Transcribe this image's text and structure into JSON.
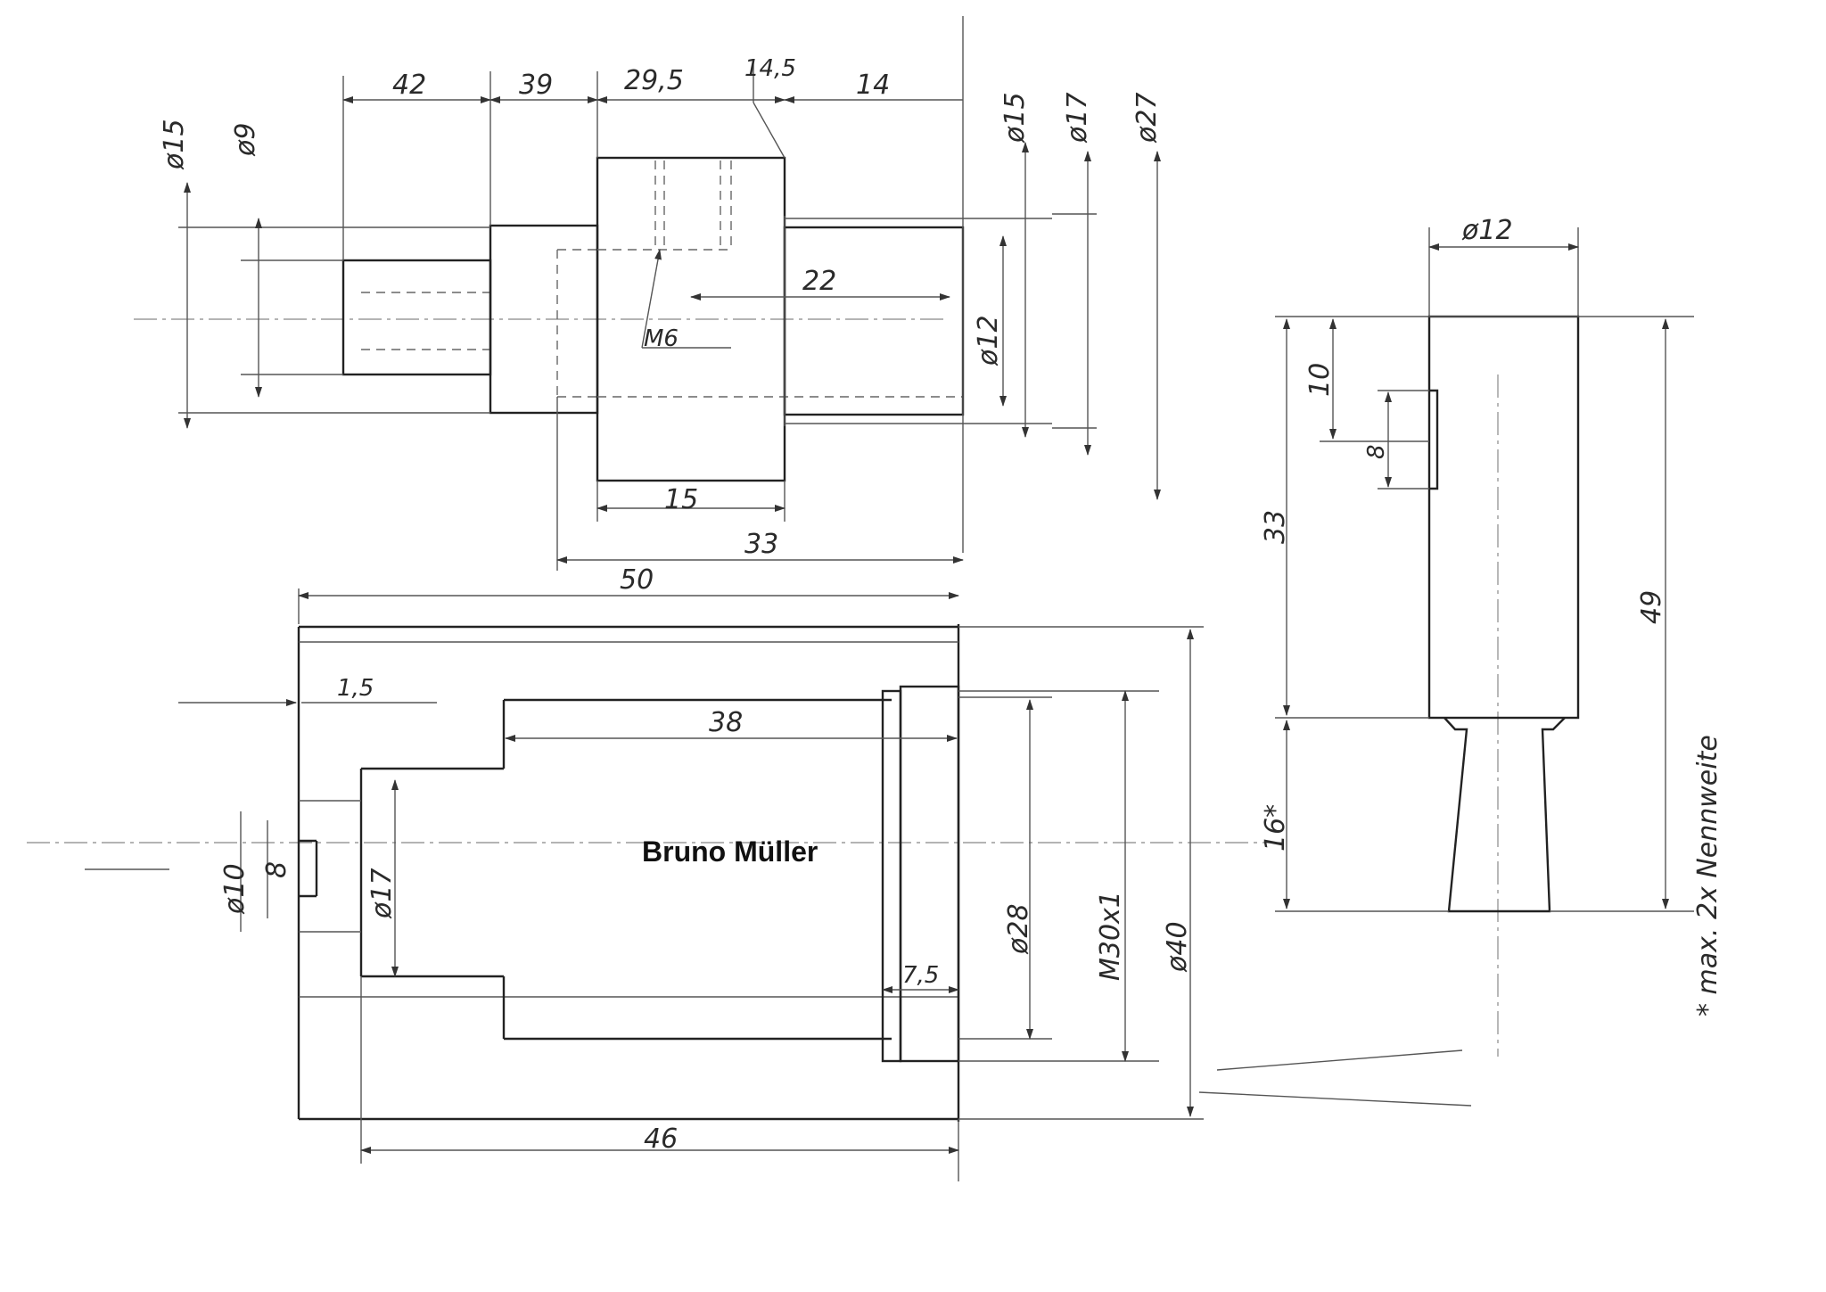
{
  "top_view": {
    "dimensions": {
      "d15_left": "ø15",
      "d9": "ø9",
      "len42": "42",
      "len39": "39",
      "len29_5": "29,5",
      "len14_5": "14,5",
      "len14": "14",
      "d15_right": "ø15",
      "d17": "ø17",
      "d27": "ø27",
      "len22": "22",
      "thread_m6": "M6",
      "d12": "ø12",
      "len15": "15",
      "len33": "33"
    }
  },
  "section_view": {
    "dimensions": {
      "len50": "50",
      "len1_5": "1,5",
      "len38": "38",
      "d10": "ø10",
      "d8": "8",
      "d17": "ø17",
      "d28": "ø28",
      "thread_m30": "M30x1",
      "d40": "ø40",
      "len7_5": "7,5",
      "len46": "46"
    },
    "author": "Bruno Müller"
  },
  "side_view": {
    "dimensions": {
      "d12": "ø12",
      "len10": "10",
      "len8": "8",
      "len33": "33",
      "len49": "49",
      "len16": "16*"
    },
    "footnote": "* max. 2x Nennweite"
  },
  "colors": {
    "paper": "#ffffff",
    "ink": "#2a2a2a"
  }
}
